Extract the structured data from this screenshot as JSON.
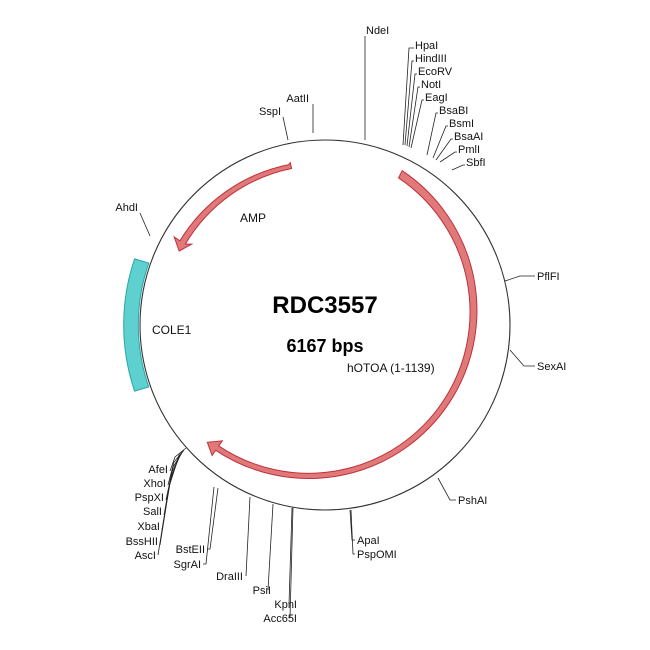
{
  "plasmid": {
    "name": "RDC3557",
    "size_label": "6167 bps"
  },
  "colors": {
    "backbone": "#333333",
    "gene_fill": "#e07a7a",
    "gene_stroke": "#c0303a",
    "ori_fill": "#5fd0d0",
    "ori_stroke": "#2aa6a6"
  },
  "features": [
    {
      "id": "hotoa",
      "label": "hOTOA (1-1139)",
      "type": "gene",
      "color": "gene"
    },
    {
      "id": "amp",
      "label": "AMP",
      "type": "gene",
      "color": "gene"
    },
    {
      "id": "cole1",
      "label": "COLE1",
      "type": "origin",
      "color": "ori"
    }
  ],
  "sites": [
    {
      "id": "ndei",
      "label": "NdeI"
    },
    {
      "id": "hpai",
      "label": "HpaI"
    },
    {
      "id": "hindiii",
      "label": "HindIII"
    },
    {
      "id": "ecorv",
      "label": "EcoRV"
    },
    {
      "id": "noti",
      "label": "NotI"
    },
    {
      "id": "eagi",
      "label": "EagI"
    },
    {
      "id": "bsabi",
      "label": "BsaBI"
    },
    {
      "id": "bsmi",
      "label": "BsmI"
    },
    {
      "id": "bsaai",
      "label": "BsaAI"
    },
    {
      "id": "pmli",
      "label": "PmlI"
    },
    {
      "id": "sbfi",
      "label": "SbfI"
    },
    {
      "id": "pflfi",
      "label": "PflFI"
    },
    {
      "id": "sexai",
      "label": "SexAI"
    },
    {
      "id": "pshai",
      "label": "PshAI"
    },
    {
      "id": "apai",
      "label": "ApaI"
    },
    {
      "id": "pspomi",
      "label": "PspOMI"
    },
    {
      "id": "kpni",
      "label": "KpnI"
    },
    {
      "id": "acc65i",
      "label": "Acc65I"
    },
    {
      "id": "psii",
      "label": "PsiI"
    },
    {
      "id": "draiii",
      "label": "DraIII"
    },
    {
      "id": "bsteii",
      "label": "BstEII"
    },
    {
      "id": "sgrai",
      "label": "SgrAI"
    },
    {
      "id": "asci",
      "label": "AscI"
    },
    {
      "id": "bsshii",
      "label": "BssHII"
    },
    {
      "id": "xbai",
      "label": "XbaI"
    },
    {
      "id": "sali",
      "label": "SalI"
    },
    {
      "id": "pspxi",
      "label": "PspXI"
    },
    {
      "id": "xhoi",
      "label": "XhoI"
    },
    {
      "id": "afei",
      "label": "AfeI"
    },
    {
      "id": "ahdi",
      "label": "AhdI"
    },
    {
      "id": "sspi",
      "label": "SspI"
    },
    {
      "id": "aatii",
      "label": "AatII"
    }
  ]
}
